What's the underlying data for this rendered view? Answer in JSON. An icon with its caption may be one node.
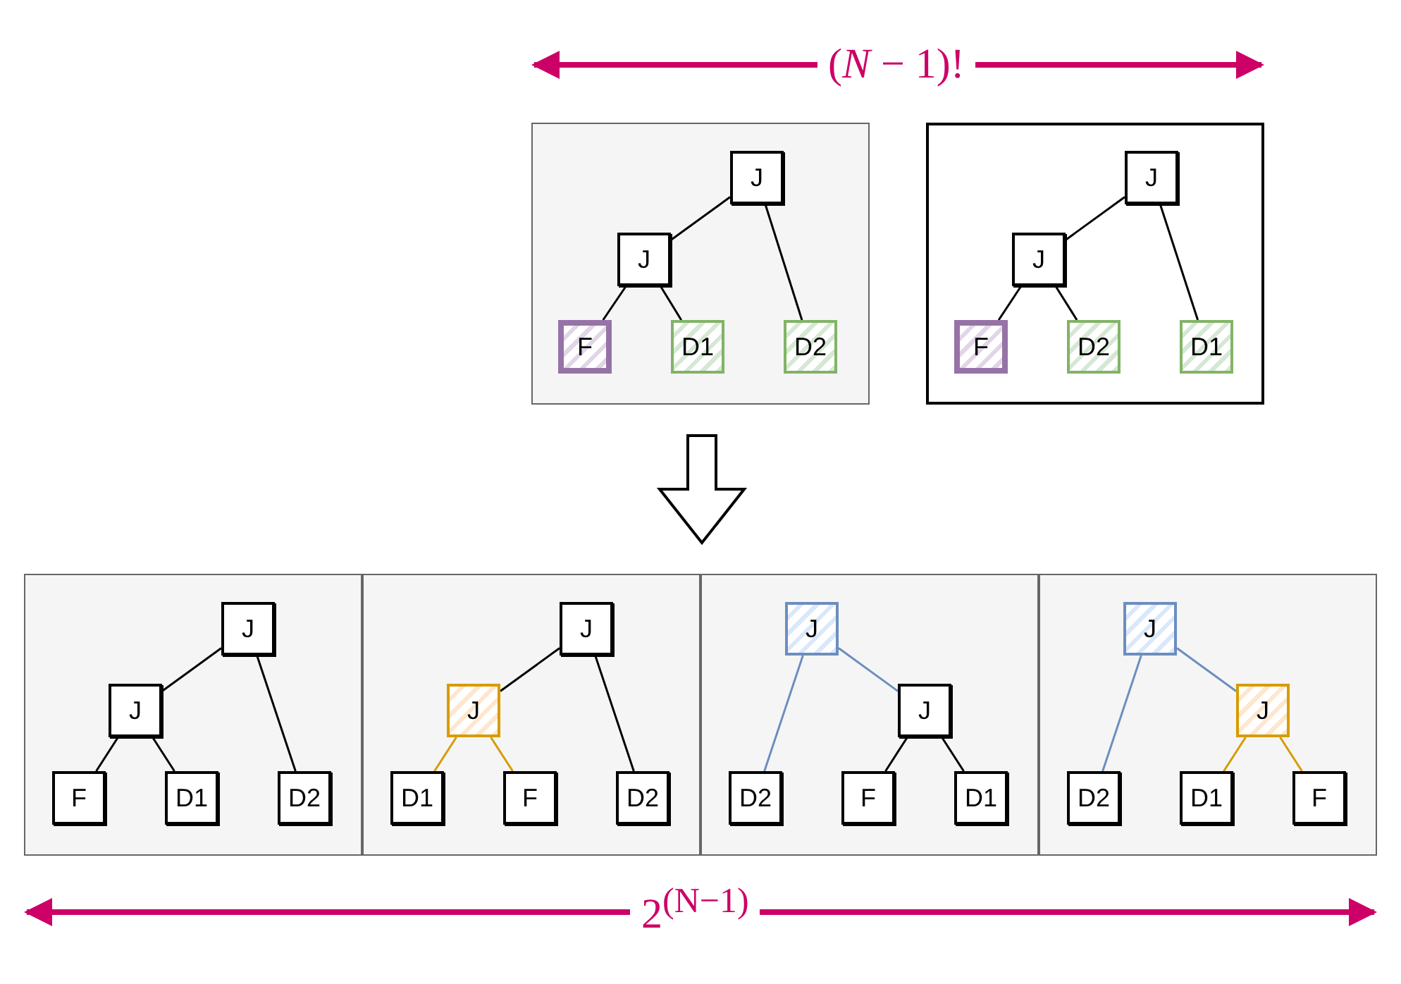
{
  "diagram": {
    "nodes": [
      {
        "text": [],
        "shape": "box"
      },
      {
        "text": [
          "J"
        ],
        "in": 0
      },
      {
        "text": [
          "J"
        ],
        "in": 0
      },
      {
        "text": [
          "F"
        ],
        "in": 0
      },
      {
        "text": [
          "D1"
        ],
        "in": 0
      },
      {
        "text": [
          "D2"
        ],
        "in": 0
      },
      {
        "text": [],
        "shape": "box"
      },
      {
        "text": [
          "J"
        ],
        "in": 6
      },
      {
        "text": [
          "J"
        ],
        "in": 6
      },
      {
        "text": [
          "F"
        ],
        "in": 6
      },
      {
        "text": [
          "D2"
        ],
        "in": 6
      },
      {
        "text": [
          "D1"
        ],
        "in": 6
      },
      {
        "text": [],
        "shape": "box"
      },
      {
        "text": [],
        "shape": "box",
        "in": 12
      },
      {
        "text": [
          "J"
        ],
        "in": 13
      },
      {
        "text": [
          "J"
        ],
        "in": 13
      },
      {
        "text": [
          "F"
        ],
        "in": 13
      },
      {
        "text": [
          "D1"
        ],
        "in": 13
      },
      {
        "text": [
          "D2"
        ],
        "in": 13
      },
      {
        "text": [],
        "shape": "box",
        "in": 12
      },
      {
        "text": [
          "J"
        ],
        "in": 19
      },
      {
        "text": [
          "J"
        ],
        "in": 19
      },
      {
        "text": [
          "D1"
        ],
        "in": 19
      },
      {
        "text": [
          "F"
        ],
        "in": 19
      },
      {
        "text": [
          "D2"
        ],
        "in": 19
      },
      {
        "text": [],
        "shape": "box",
        "in": 12
      },
      {
        "text": [
          "J"
        ],
        "in": 25
      },
      {
        "text": [
          "J"
        ],
        "in": 25
      },
      {
        "text": [
          "D2"
        ],
        "in": 25
      },
      {
        "text": [
          "F"
        ],
        "in": 25
      },
      {
        "text": [
          "D1"
        ],
        "in": 25
      },
      {
        "text": [],
        "shape": "box",
        "in": 12
      },
      {
        "text": [
          "J"
        ],
        "in": 31
      },
      {
        "text": [
          "J"
        ],
        "in": 31
      },
      {
        "text": [
          "D2"
        ],
        "in": 31
      },
      {
        "text": [
          "D1"
        ],
        "in": 31
      },
      {
        "text": [
          "F"
        ],
        "in": 31
      }
    ],
    "edges": [
      {
        "from": 1,
        "to": 2,
        "arrow": "none"
      },
      {
        "from": 2,
        "to": 3,
        "arrow": "none"
      },
      {
        "from": 2,
        "to": 4,
        "arrow": "none"
      },
      {
        "from": 1,
        "to": 5,
        "arrow": "none"
      },
      {
        "from": 7,
        "to": 8,
        "arrow": "none"
      },
      {
        "from": 8,
        "to": 9,
        "arrow": "none"
      },
      {
        "from": 8,
        "to": 10,
        "arrow": "none"
      },
      {
        "from": 7,
        "to": 11,
        "arrow": "none"
      },
      {
        "from": 0,
        "to": 12,
        "arrow": "to",
        "style": "thick"
      },
      {
        "from": 14,
        "to": 15,
        "arrow": "none"
      },
      {
        "from": 15,
        "to": 16,
        "arrow": "none"
      },
      {
        "from": 15,
        "to": 17,
        "arrow": "none"
      },
      {
        "from": 14,
        "to": 18,
        "arrow": "none"
      },
      {
        "from": 20,
        "to": 21,
        "arrow": "none"
      },
      {
        "from": 21,
        "to": 22,
        "arrow": "none",
        "color": "#d79b00"
      },
      {
        "from": 21,
        "to": 23,
        "arrow": "none",
        "color": "#d79b00"
      },
      {
        "from": 20,
        "to": 24,
        "arrow": "none"
      },
      {
        "from": 26,
        "to": 28,
        "arrow": "none",
        "color": "#6c8ebf"
      },
      {
        "from": 26,
        "to": 27,
        "arrow": "none",
        "color": "#6c8ebf"
      },
      {
        "from": 27,
        "to": 29,
        "arrow": "none"
      },
      {
        "from": 27,
        "to": 30,
        "arrow": "none"
      },
      {
        "from": 32,
        "to": 34,
        "arrow": "none",
        "color": "#6c8ebf"
      },
      {
        "from": 32,
        "to": 33,
        "arrow": "none",
        "color": "#6c8ebf"
      },
      {
        "from": 33,
        "to": 35,
        "arrow": "none",
        "color": "#d79b00"
      },
      {
        "from": 33,
        "to": 36,
        "arrow": "none",
        "color": "#d79b00"
      }
    ],
    "labels": [
      "(*N* − 1)!",
      "2$^{(N−1)}$"
    ]
  }
}
